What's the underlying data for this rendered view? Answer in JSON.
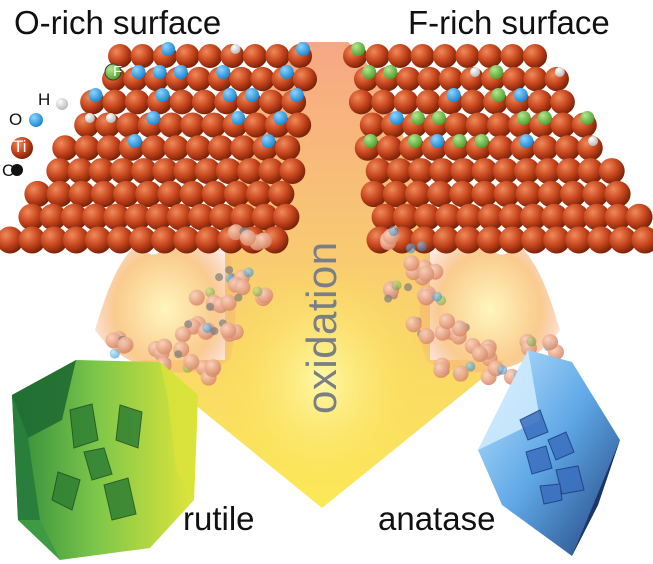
{
  "labels": {
    "left_title": "O-rich surface",
    "right_title": "F-rich surface",
    "process": "oxidation",
    "left_product": "rutile",
    "right_product": "anatase"
  },
  "legend": [
    {
      "symbol": "F",
      "color": "#6bbf45"
    },
    {
      "symbol": "H",
      "color": "#e8e8e8"
    },
    {
      "symbol": "O",
      "color": "#2e9ee0"
    },
    {
      "symbol": "Ti",
      "color": "#c8461e"
    },
    {
      "symbol": "C",
      "color": "#111111"
    }
  ],
  "colors": {
    "arrow_outer": "#f4a27a",
    "arrow_inner": "#fbe24a",
    "rutile": "#7cc64a",
    "anatase": "#4a8fd6"
  }
}
